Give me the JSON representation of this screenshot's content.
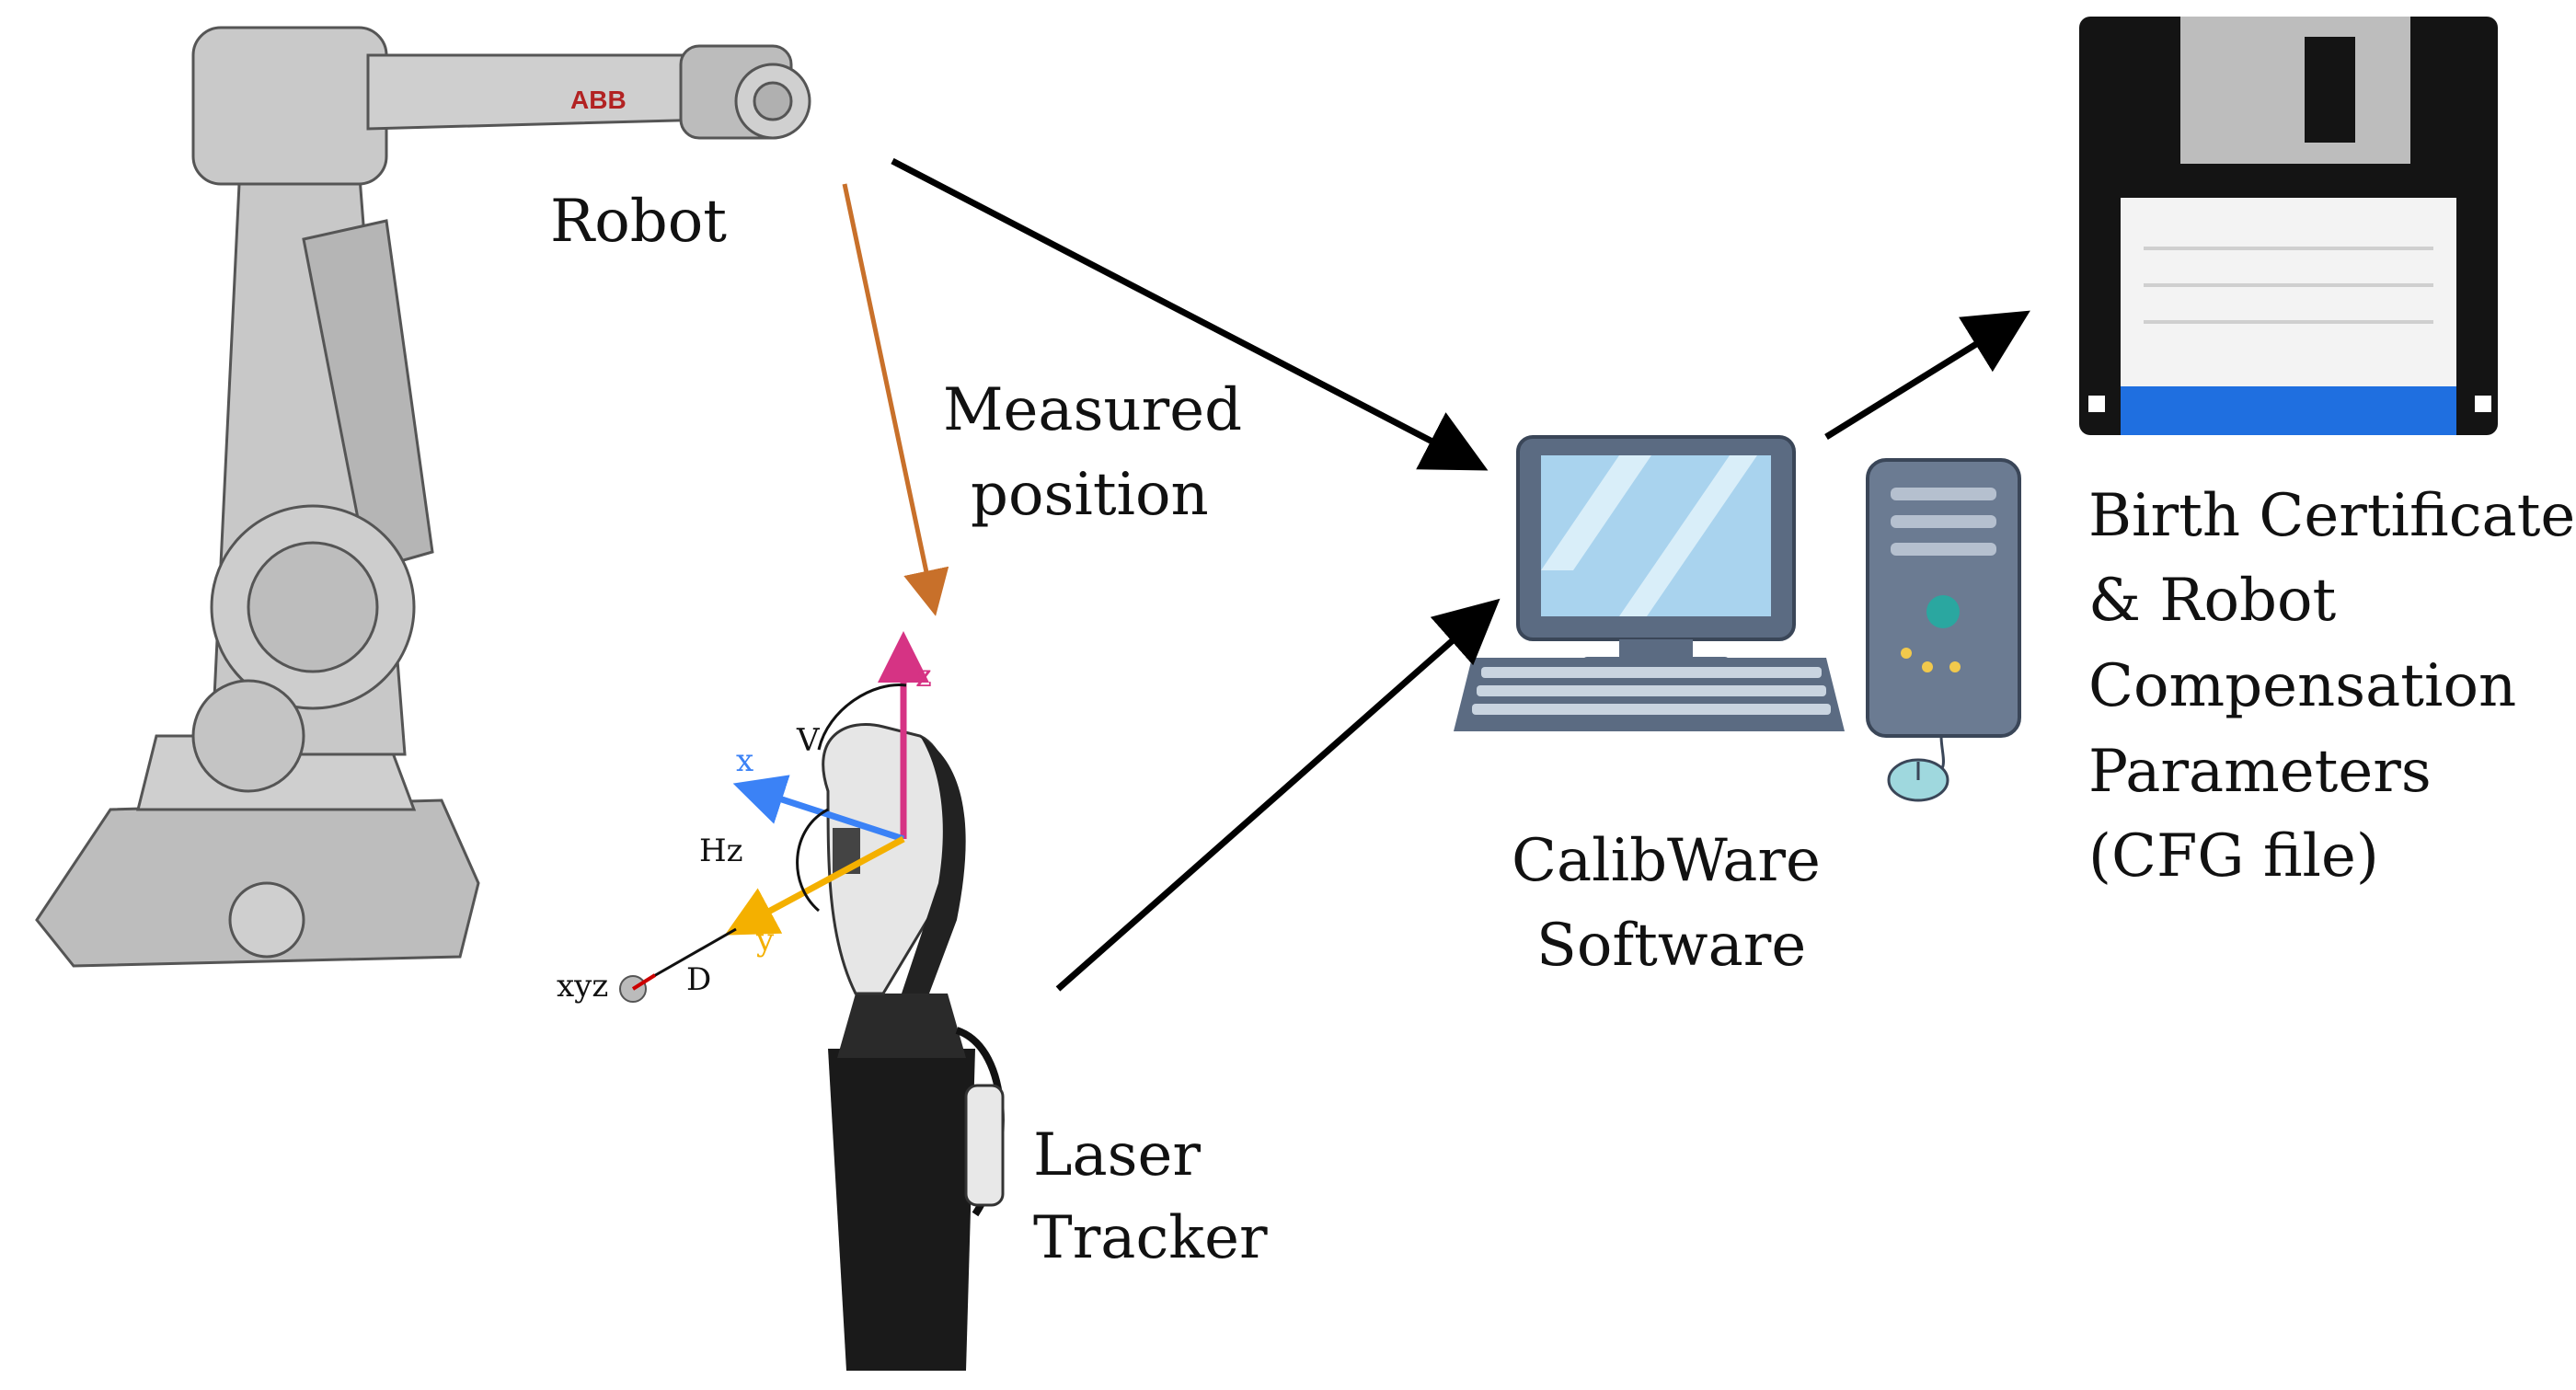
{
  "nodes": {
    "robot": {
      "label": "Robot",
      "brand": "ABB",
      "color": "#c0c0c0"
    },
    "laser_tracker": {
      "label_line1": "Laser",
      "label_line2": "Tracker",
      "axes": {
        "z": "z",
        "x": "x",
        "y": "y",
        "v": "V",
        "hz": "Hz",
        "xyz": "xyz",
        "d": "D"
      },
      "colors": {
        "z": "#d63384",
        "x": "#3b82f6",
        "y": "#f4b000"
      }
    },
    "calibware": {
      "label_line1": "CalibWare",
      "label_line2": "Software"
    },
    "output": {
      "label_line1": "Birth Certificate",
      "label_line2": "& Robot",
      "label_line3": "Compensation",
      "label_line4": "Parameters",
      "label_line5": "(CFG file)"
    }
  },
  "edges": {
    "measured_position": {
      "label_line1": "Measured",
      "label_line2": "position",
      "color": "#c8702a"
    },
    "arrow_color": "#000000"
  }
}
